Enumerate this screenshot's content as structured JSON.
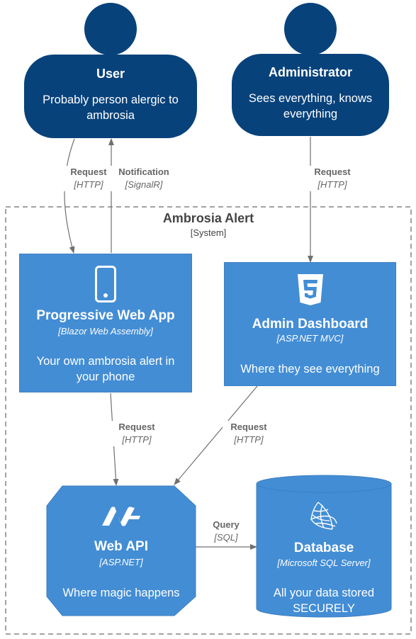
{
  "persons": {
    "user": {
      "title": "User",
      "description": "Probably person alergic to ambrosia"
    },
    "admin": {
      "title": "Administrator",
      "description": "Sees everything, knows everything"
    }
  },
  "system": {
    "name": "Ambrosia Alert",
    "type": "[System]"
  },
  "containers": {
    "pwa": {
      "title": "Progressive Web App",
      "tech": "[Blazor Web Assembly]",
      "description": "Your own ambrosia alert in your phone",
      "icon": "smartphone-icon"
    },
    "admin_dashboard": {
      "title": "Admin Dashboard",
      "tech": "[ASP.NET MVC]",
      "description": "Where they see everything",
      "icon": "html5-icon"
    },
    "web_api": {
      "title": "Web API",
      "tech": "[ASP.NET]",
      "description": "Where magic happens",
      "icon": "dotnet-icon"
    },
    "database": {
      "title": "Database",
      "tech": "[Microsoft SQL Server]",
      "description": "All your data stored SECURELY",
      "icon": "sql-server-icon"
    }
  },
  "relations": {
    "user_to_pwa": {
      "label": "Request",
      "tech": "[HTTP]"
    },
    "pwa_to_user": {
      "label": "Notification",
      "tech": "[SignalR]"
    },
    "admin_to_dashboard": {
      "label": "Request",
      "tech": "[HTTP]"
    },
    "pwa_to_api": {
      "label": "Request",
      "tech": "[HTTP]"
    },
    "dashboard_to_api": {
      "label": "Request",
      "tech": "[HTTP]"
    },
    "api_to_db": {
      "label": "Query",
      "tech": "[SQL]"
    }
  },
  "colors": {
    "person": "#08427b",
    "container": "#438dd5",
    "arrow": "#707070",
    "boundary": "#444444"
  }
}
